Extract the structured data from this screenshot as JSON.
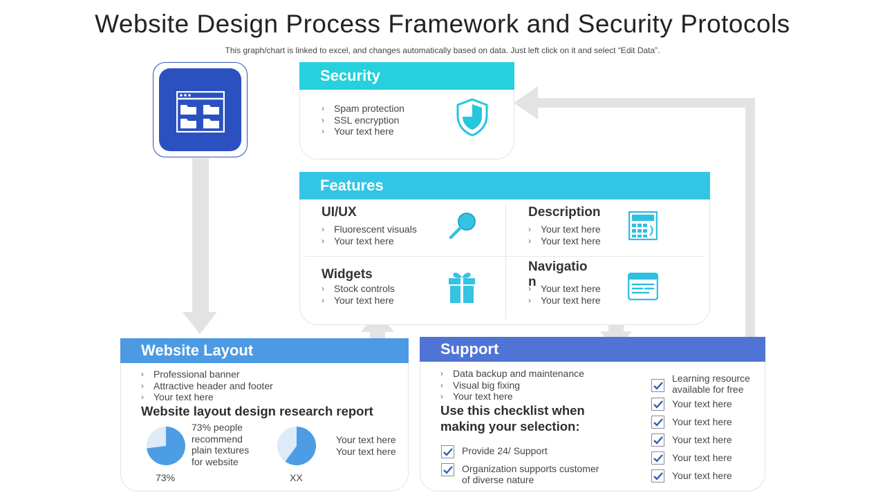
{
  "title": "Website Design Process Framework and Security Protocols",
  "subtitle": "This graph/chart is linked to excel, and changes automatically based on data. Just left click on it and select “Edit Data”.",
  "colors": {
    "security": "#26d0dc",
    "features": "#33c5e5",
    "layout": "#4c9ae3",
    "support": "#4f74d6",
    "logo": "#2b50c0",
    "arrow": "#e3e3e3"
  },
  "security": {
    "header": "Security",
    "items": [
      "Spam protection",
      "SSL encryption",
      "Your text here"
    ],
    "icon": "shield-icon"
  },
  "features": {
    "header": "Features",
    "uiux": {
      "title": "UI/UX",
      "items": [
        "Fluorescent visuals",
        "Your text here"
      ],
      "icon": "magnifier-icon"
    },
    "description": {
      "title": "Description",
      "items": [
        "Your text here",
        "Your text here"
      ],
      "icon": "keypad-icon"
    },
    "widgets": {
      "title": "Widgets",
      "items": [
        "Stock controls",
        "Your text here"
      ],
      "icon": "gift-icon"
    },
    "navigation": {
      "title_line1": "Navigatio",
      "title_line2": "n",
      "items": [
        "Your text here",
        "Your text here"
      ],
      "icon": "browser-window-icon"
    }
  },
  "layout": {
    "header": "Website Layout",
    "items": [
      "Professional banner",
      "Attractive header and footer",
      "Your text here"
    ],
    "report_title": "Website layout design research report",
    "pie1": {
      "value": 73,
      "caption": "73%",
      "text": [
        "73% people",
        "recommend",
        "plain textures",
        "for website"
      ]
    },
    "pie2": {
      "value": 60,
      "caption": "XX",
      "text": [
        "Your text here",
        "Your text here"
      ]
    }
  },
  "support": {
    "header": "Support",
    "items": [
      "Data backup and maintenance",
      "Visual big fixing",
      "Your text here"
    ],
    "checklist_title": [
      "Use this checklist when",
      "making your selection:"
    ],
    "left_checks": [
      [
        "Provide 24/ Support"
      ],
      [
        "Organization supports customer",
        "of diverse nature"
      ]
    ],
    "right_checks": [
      [
        "Learning resource",
        "available for free"
      ],
      [
        "Your text here"
      ],
      [
        "Your text here"
      ],
      [
        "Your text here"
      ],
      [
        "Your text here"
      ],
      [
        "Your text here"
      ]
    ]
  }
}
